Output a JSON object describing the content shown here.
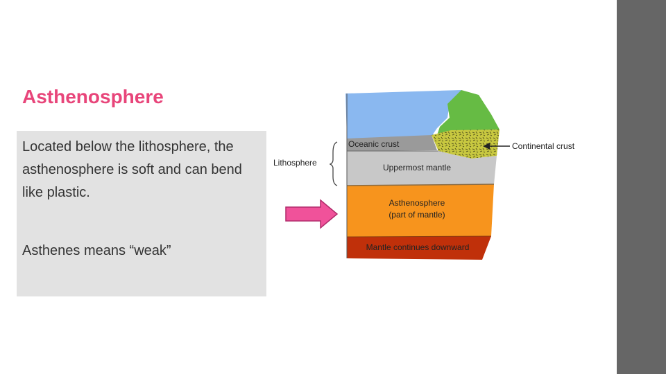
{
  "slide": {
    "title": "Asthenosphere",
    "paragraphs": [
      "Located below the lithosphere, the asthenosphere is soft and can bend like plastic.",
      "Asthenes means “weak”"
    ]
  },
  "diagram": {
    "labels": {
      "oceanic_crust": "Oceanic crust",
      "continental_crust": "Continental crust",
      "lithosphere": "Lithosphere",
      "uppermost_mantle": "Uppermost mantle",
      "asthenosphere_line1": "Asthenosphere",
      "asthenosphere_line2": "(part of mantle)",
      "mantle_continues": "Mantle continues downward"
    },
    "colors": {
      "ocean": "#8ab8f0",
      "continent": "#66bb44",
      "oceanic_crust": "#9a9a9a",
      "continental_crust": "#c8c840",
      "uppermost_mantle": "#c8c8c8",
      "asthenosphere": "#f7941d",
      "mantle": "#c0300a",
      "pointer_arrow": "#f0529a",
      "title": "#e8457a",
      "sidebar": "#666666"
    }
  }
}
